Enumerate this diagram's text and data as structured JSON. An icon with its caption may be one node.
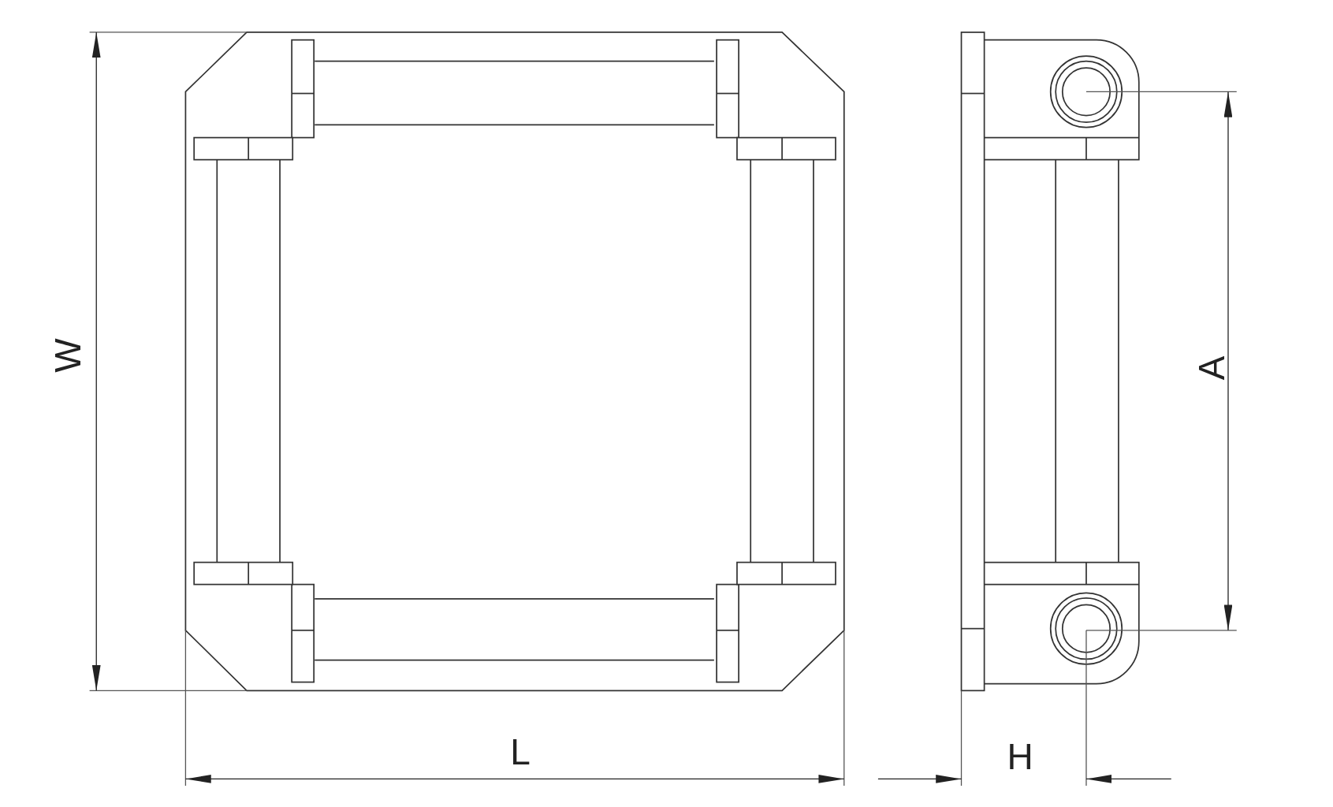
{
  "diagram": {
    "labels": [
      "W",
      "A",
      "L",
      "H"
    ]
  }
}
